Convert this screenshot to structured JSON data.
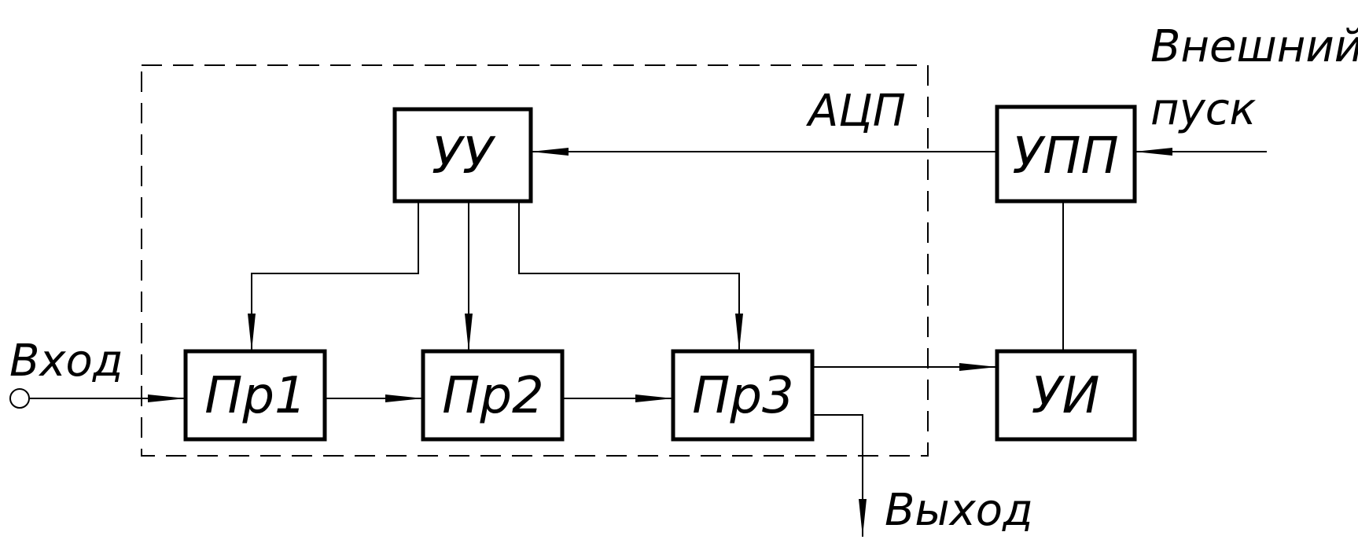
{
  "diagram": {
    "adc_label": "АЦП",
    "blocks": {
      "uu": "УУ",
      "upp": "УПП",
      "pr1": "Пр1",
      "pr2": "Пр2",
      "pr3": "Пр3",
      "ui": "УИ"
    },
    "labels": {
      "input": "Вход",
      "output": "Выход",
      "ext_start_line1": "Внешний",
      "ext_start_line2": "пуск"
    }
  }
}
